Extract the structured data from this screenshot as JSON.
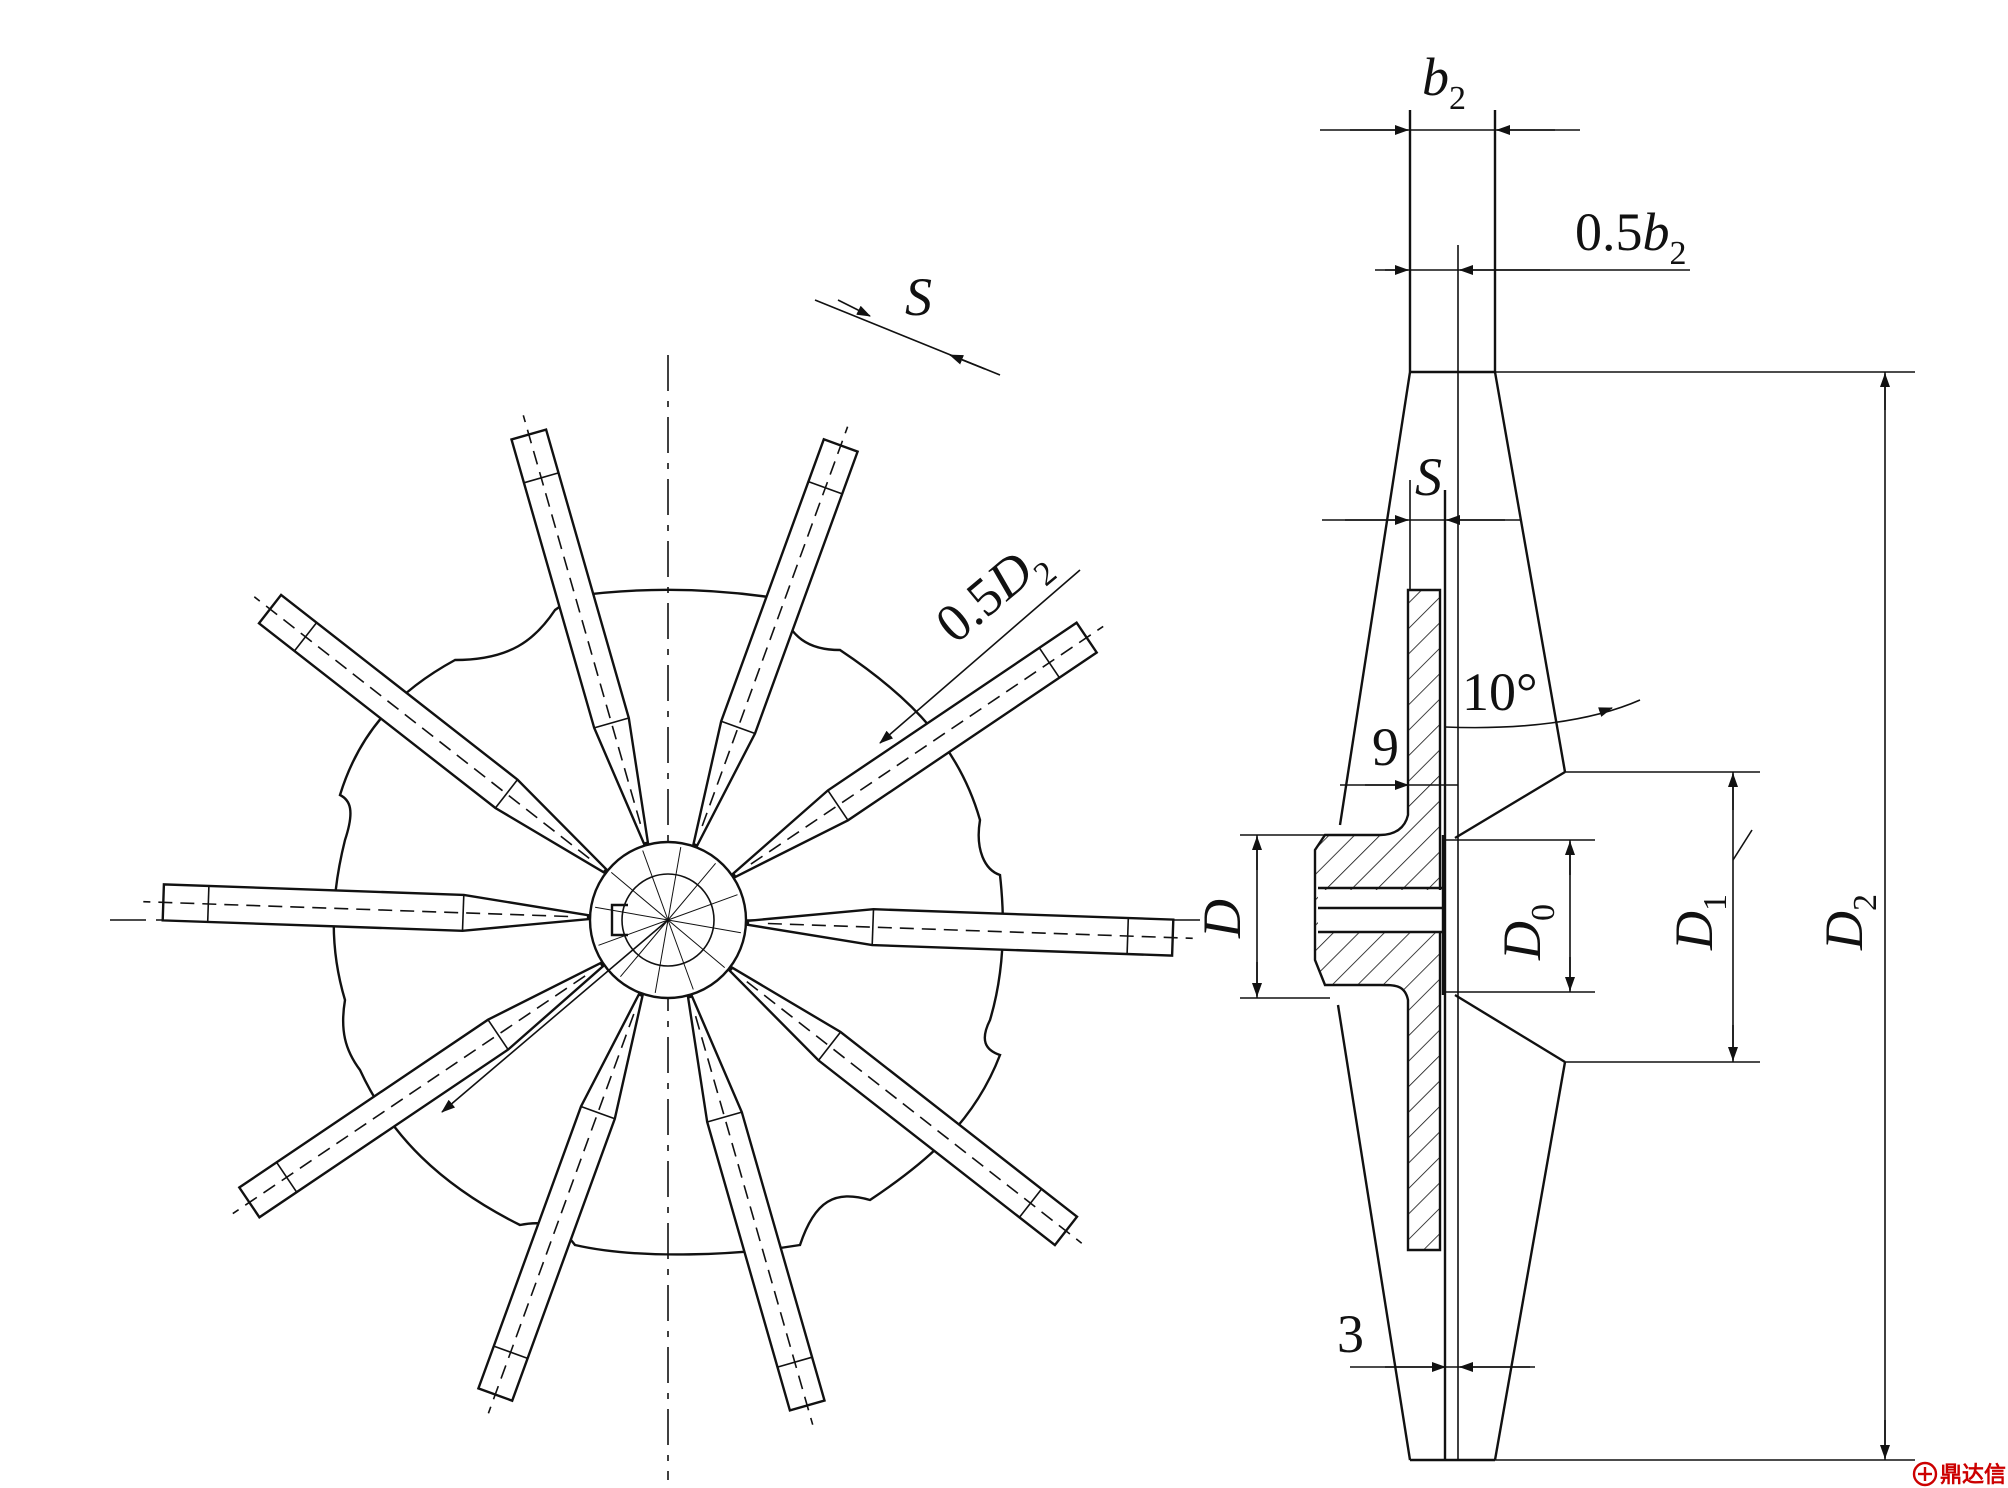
{
  "front_view": {
    "labels": {
      "s": "S",
      "half_d2_prefix": "0.5",
      "half_d2_var": "D",
      "half_d2_sub": "2"
    },
    "blade_count": 10
  },
  "side_view": {
    "labels": {
      "b2_var": "b",
      "b2_sub": "2",
      "half_b2_prefix": "0.5",
      "half_b2_var": "b",
      "half_b2_sub": "2",
      "s": "S",
      "angle": "10°",
      "nine": "9",
      "three": "3",
      "d_var": "D",
      "d0_var": "D",
      "d0_sub": "0",
      "d1_var": "D",
      "d1_sub": "1",
      "d2_var": "D",
      "d2_sub": "2"
    }
  },
  "watermark": {
    "icon": "dingdaxin-logo-icon",
    "text": "鼎达信"
  },
  "colors": {
    "line": "#111111",
    "background": "#ffffff",
    "watermark": "#cc0000"
  }
}
